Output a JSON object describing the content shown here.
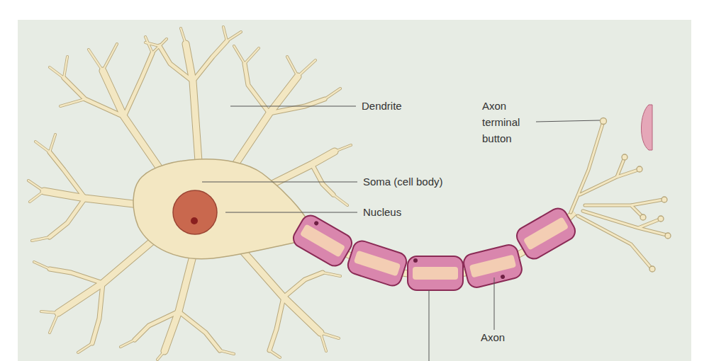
{
  "diagram": {
    "labels": [
      "Dendrite",
      "Soma (cell body)",
      "Nucleus",
      "Axon terminal button",
      "Axon"
    ]
  }
}
